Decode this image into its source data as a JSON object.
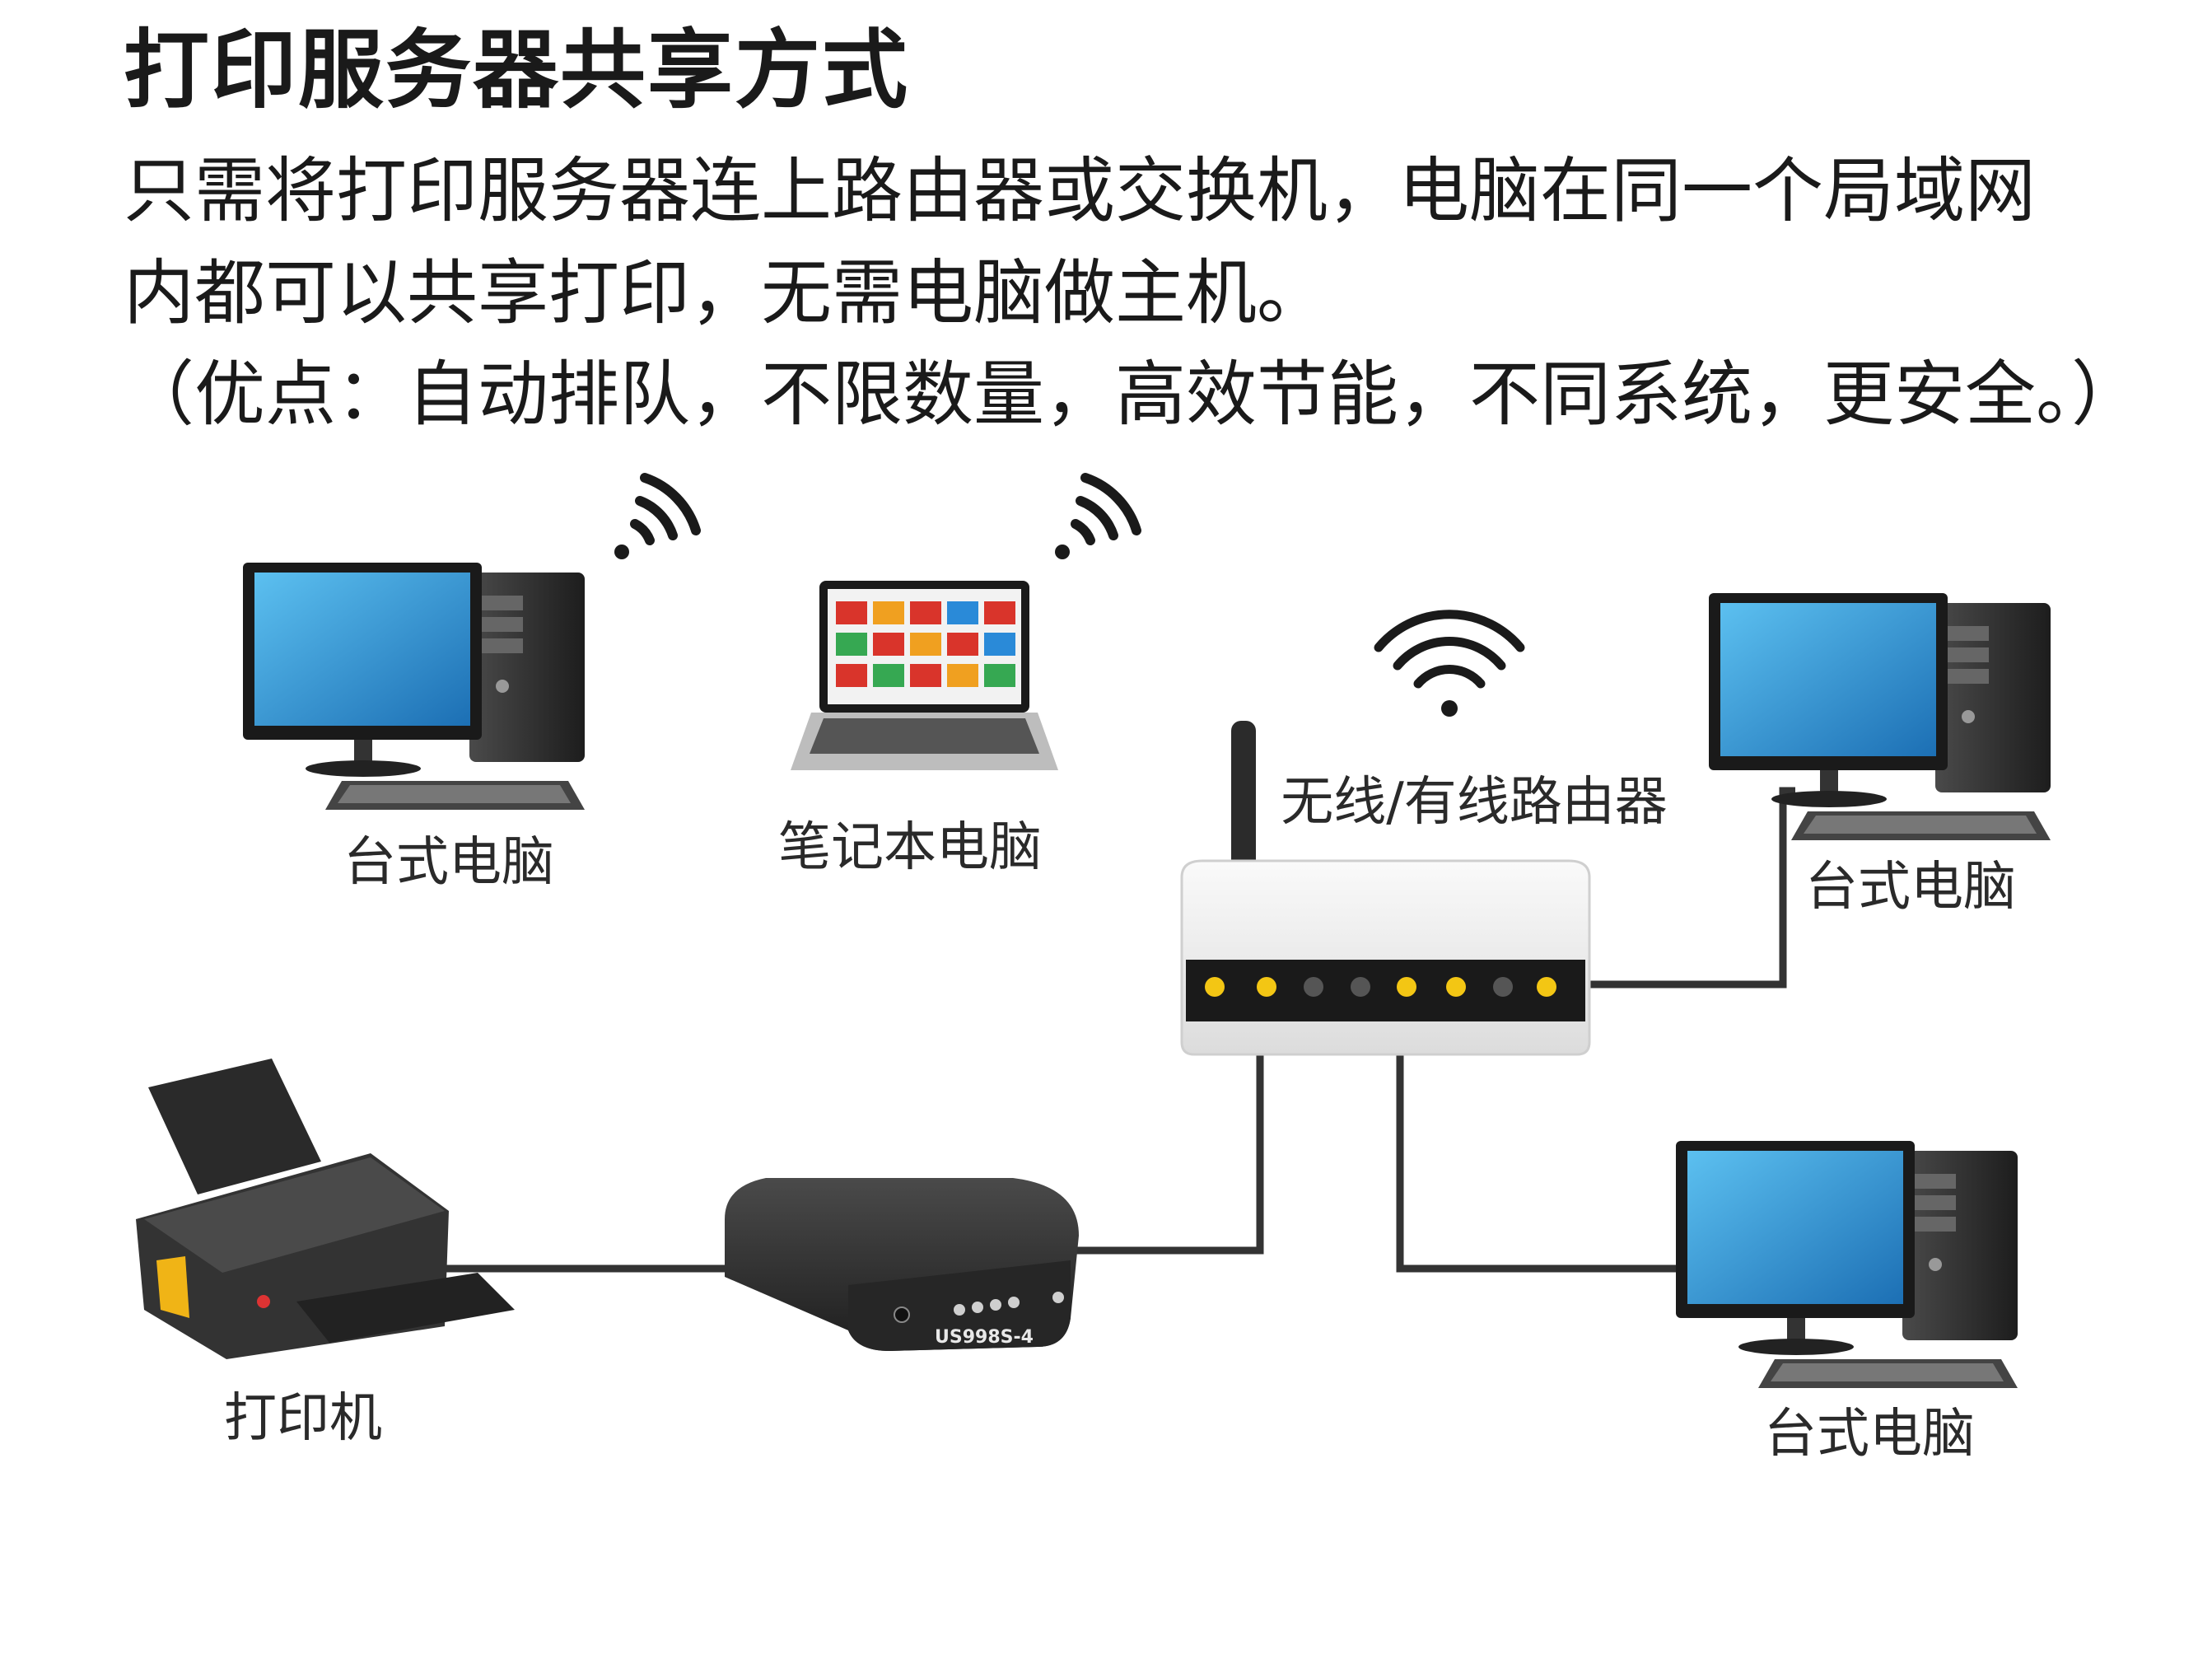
{
  "title": "打印服务器共享方式",
  "description_lines": [
    "只需将打印服务器连上路由器或交换机，电脑在同一个局域网",
    "内都可以共享打印，无需电脑做主机。"
  ],
  "note": "（优点：自动排队，不限数量，高效节能，不同系统，更安全。）",
  "nodes": {
    "desktop_1": {
      "label": "台式电脑",
      "icon": "desktop-computer-icon"
    },
    "laptop": {
      "label": "笔记本电脑",
      "icon": "laptop-icon"
    },
    "router": {
      "label": "无线/有线路由器",
      "icon": "router-icon"
    },
    "desktop_2": {
      "label": "台式电脑",
      "icon": "desktop-computer-icon"
    },
    "desktop_3": {
      "label": "台式电脑",
      "icon": "desktop-computer-icon"
    },
    "printer": {
      "label": "打印机",
      "icon": "printer-icon"
    },
    "print_server": {
      "label": "",
      "model": "US998S-4",
      "icon": "print-server-icon"
    }
  },
  "colors": {
    "screen": "#2f97d8",
    "device_dark": "#2b2b2b",
    "line": "#333333",
    "led": "#f3c614"
  }
}
